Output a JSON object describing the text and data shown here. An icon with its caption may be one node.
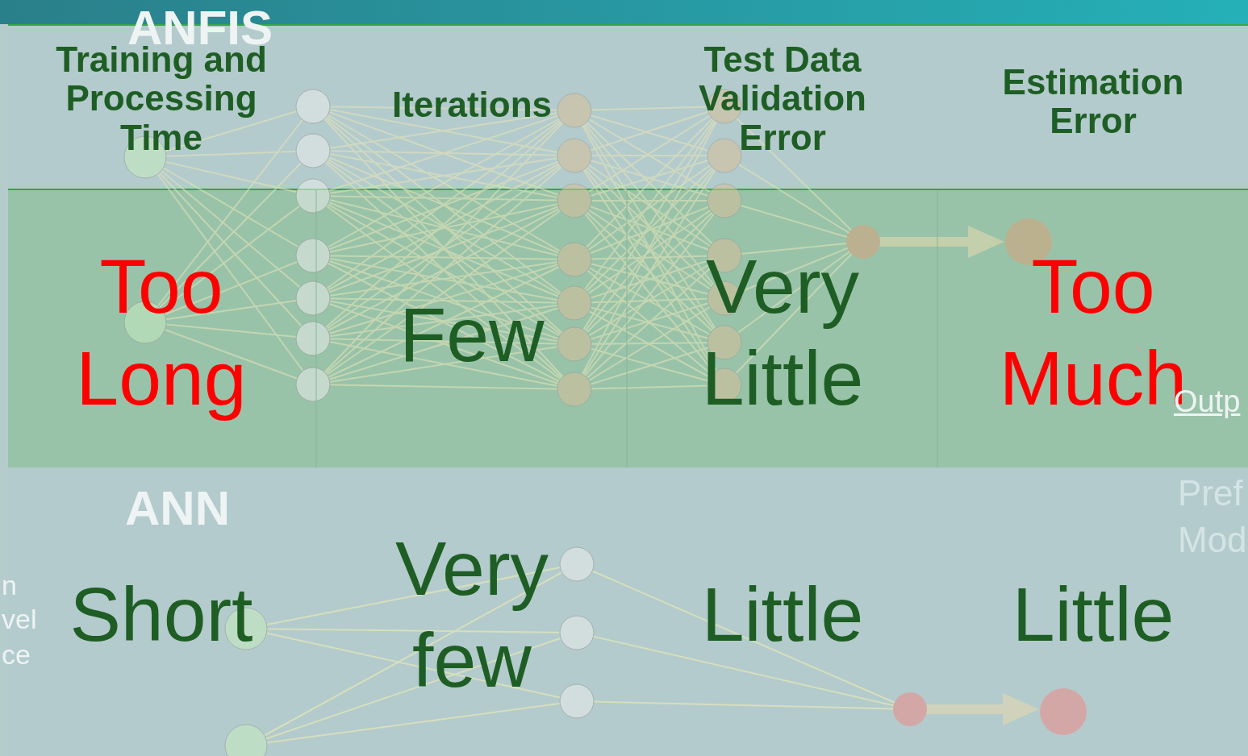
{
  "diagram": {
    "labels": [
      "ANFIS",
      "Training and Processing Time",
      "Iterations",
      "Test Data Validation Error",
      "Estimation Error",
      "Too Long",
      "Few",
      "Very Little",
      "Too Much",
      "Outp",
      "ANN",
      "Pref",
      "Mod",
      "n",
      "vel",
      "ce",
      "Short",
      "Very few",
      "Little",
      "Little"
    ]
  }
}
